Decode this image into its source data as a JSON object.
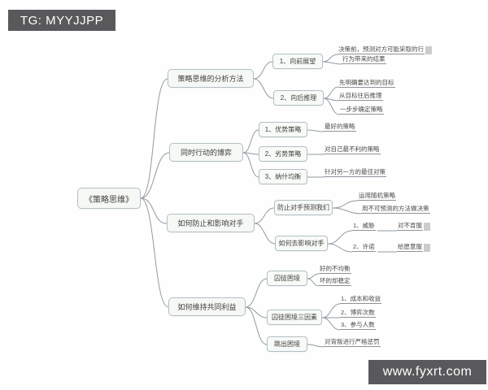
{
  "watermarks": {
    "top_left": "TG: MYYJJPP",
    "bottom_right": "www.fyxrt.com"
  },
  "mindmap": {
    "root": "《策略思维》",
    "branches": [
      {
        "label": "策略思维的分析方法",
        "children": [
          {
            "label": "1、向前展望",
            "leaves": [
              "决策前，预测对方可能采取的行",
              "行为带来的结果"
            ]
          },
          {
            "label": "2、向后推理",
            "leaves": [
              "先明确要达到的目标",
              "从目标往后推理",
              "一步步确定策略"
            ]
          }
        ]
      },
      {
        "label": "同时行动的博弈",
        "children": [
          {
            "label": "1、优势策略",
            "leaves": [
              "最好的策略"
            ]
          },
          {
            "label": "2、劣势策略",
            "leaves": [
              "对自己最不利的策略"
            ]
          },
          {
            "label": "3、纳什均衡",
            "leaves": [
              "针对另一方的最佳对策"
            ]
          }
        ]
      },
      {
        "label": "如何防止和影响对手",
        "children": [
          {
            "label": "防止对手预测我们",
            "leaves": [
              "运用随机策略",
              "用不可预测的方法做决策"
            ]
          },
          {
            "label": "如何去影响对手",
            "leaves": [
              "1、威胁",
              "对不肯服",
              "2、许诺",
              "给愿意服"
            ]
          }
        ]
      },
      {
        "label": "如何维持共同利益",
        "children": [
          {
            "label": "囚徒困境",
            "leaves": [
              "好的不均衡",
              "坏的却稳定"
            ]
          },
          {
            "label": "囚徒困境三因素",
            "leaves": [
              "1、成本和收益",
              "2、博弈次数",
              "3、参与人数"
            ]
          },
          {
            "label": "跳出困境",
            "leaves": [
              "对背叛进行严格惩罚"
            ]
          }
        ]
      }
    ]
  },
  "colors": {
    "node_border": "#b3bfc4",
    "node_fill": "#f6f8f5",
    "connector": "#8f9aa0",
    "watermark_bg": "#59595b",
    "leaf_text": "#4a4a4a"
  }
}
